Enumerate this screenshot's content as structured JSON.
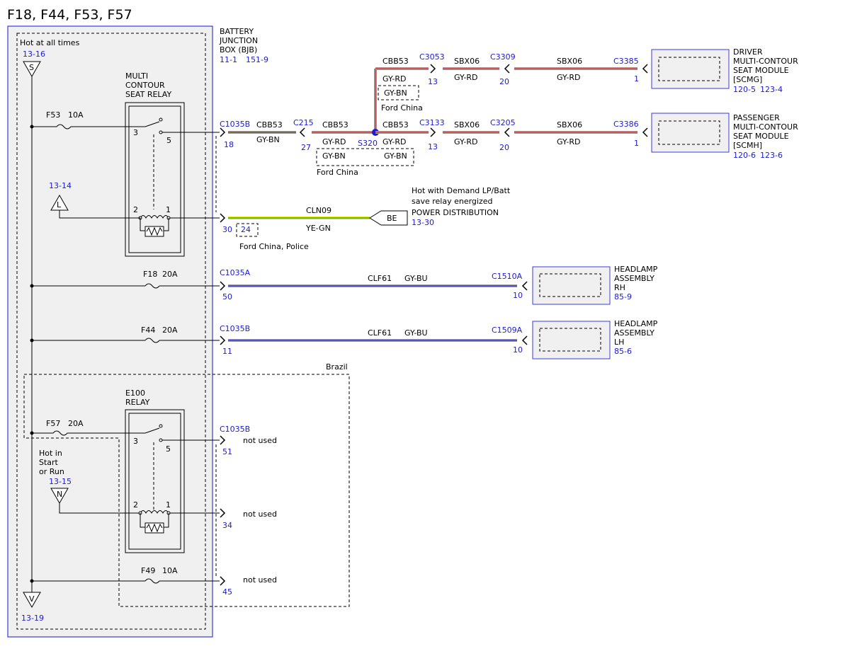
{
  "title": "F18, F44, F53, F57",
  "colors": {
    "link_blue": "#1a1adc",
    "panel_bg": "#f0f0f0",
    "wire_red": "#e04040",
    "wire_grey": "#808080",
    "wire_yellow": "#e6e600",
    "wire_green": "#40a040",
    "wire_blue": "#3a3ae0",
    "splice_blue": "#1a1adc"
  },
  "bjb": {
    "label_lines": [
      "BATTERY",
      "JUNCTION",
      "BOX (BJB)"
    ],
    "ref1": "11-1",
    "ref2": "151-9",
    "hot_at_all_times": "Hot at all times",
    "s_ref": "13-16",
    "s_symbol": "S",
    "v_symbol": "V",
    "v_ref": "13-19",
    "l_symbol": "L",
    "l_ref": "13-14",
    "n_symbol": "N",
    "hot_start_lines": [
      "Hot in",
      "Start",
      "or Run"
    ],
    "n_ref": "13-15"
  },
  "relays": {
    "seat_relay_lines": [
      "MULTI",
      "CONTOUR",
      "SEAT RELAY"
    ],
    "e100_lines": [
      "E100",
      "RELAY"
    ],
    "pin3": "3",
    "pin5": "5",
    "pin2": "2",
    "pin1": "1"
  },
  "fuses": {
    "f53": "F53",
    "f53_amp": "10A",
    "f18": "F18",
    "f18_amp": "20A",
    "f44": "F44",
    "f44_amp": "20A",
    "f57": "F57",
    "f57_amp": "20A",
    "f49": "F49",
    "f49_amp": "10A"
  },
  "seat_circuit": {
    "c1035b": "C1035B",
    "pin18": "18",
    "cbb53": "CBB53",
    "gy_bn": "GY-BN",
    "c215": "C215",
    "pin27": "27",
    "gy_rd": "GY-RD",
    "s320": "S320",
    "ford_china": "Ford China",
    "c3053": "C3053",
    "c3133": "C3133",
    "pin13": "13",
    "sbx06": "SBX06",
    "c3309": "C3309",
    "c3205": "C3205",
    "pin20": "20",
    "c3385": "C3385",
    "c3386": "C3386",
    "pin1": "1",
    "driver_lines": [
      "DRIVER",
      "MULTI-CONTOUR",
      "SEAT MODULE",
      "[SCMG]"
    ],
    "driver_ref1": "120-5",
    "driver_ref2": "123-4",
    "pass_lines": [
      "PASSENGER",
      "MULTI-CONTOUR",
      "SEAT MODULE",
      "[SCMH]"
    ],
    "pass_ref1": "120-6",
    "pass_ref2": "123-6"
  },
  "power_circuit": {
    "cln09": "CLN09",
    "ye_gn": "YE-GN",
    "pin30": "30",
    "pin24": "24",
    "china_police": "Ford China, Police",
    "be": "BE",
    "hot_demand_lines": [
      "Hot with Demand LP/Batt",
      "save relay energized"
    ],
    "power_dist": "POWER DISTRIBUTION",
    "power_ref": "13-30"
  },
  "headlamp_circuits": {
    "c1035a": "C1035A",
    "pin50": "50",
    "clf61": "CLF61",
    "gy_bu": "GY-BU",
    "c1510a": "C1510A",
    "pin10": "10",
    "rh_lines": [
      "HEADLAMP",
      "ASSEMBLY",
      "RH"
    ],
    "rh_ref": "85-9",
    "c1035b": "C1035B",
    "pin11": "11",
    "c1509a": "C1509A",
    "lh_lines": [
      "HEADLAMP",
      "ASSEMBLY",
      "LH"
    ],
    "lh_ref": "85-6"
  },
  "brazil_block": {
    "brazil": "Brazil",
    "c1035b": "C1035B",
    "pin51": "51",
    "pin34": "34",
    "pin45": "45",
    "not_used": "not used"
  }
}
